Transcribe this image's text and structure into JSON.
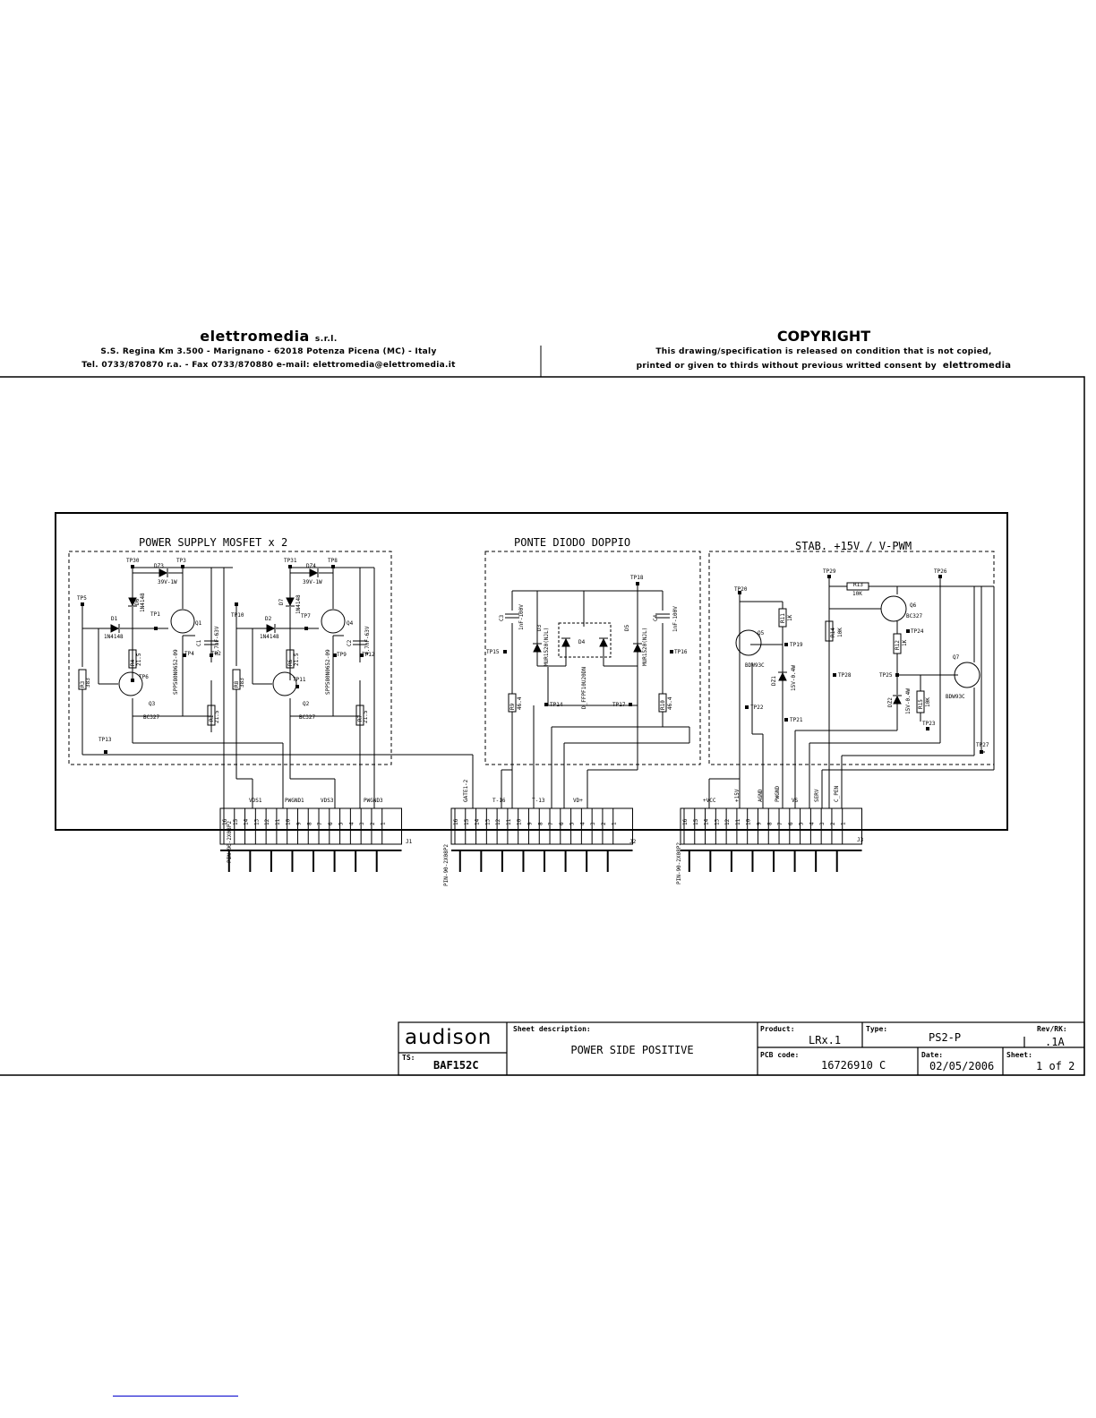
{
  "header": {
    "company": "elettromedia",
    "company_suffix": "s.r.l.",
    "address_line": "S.S. Regina Km 3.500 - Marignano - 62018 Potenza Picena (MC) - Italy",
    "contact_line": "Tel. 0733/870870 r.a. - Fax 0733/870880 e-mail: elettromedia@elettromedia.it",
    "copyright_title": "COPYRIGHT",
    "copyright_line1": "This drawing/specification is released on condition that is not copied,",
    "copyright_line2": "printed or given to thirds without previous writted consent by",
    "copyright_brand": "elettromedia"
  },
  "blocks": {
    "left_title": "POWER SUPPLY MOSFET x 2",
    "mid_title": "PONTE DIODO DOPPIO",
    "right_title": "STAB. +15V / V-PWM"
  },
  "connectors": {
    "j1": {
      "ref": "J1",
      "part": "PIN-90-2X08P2",
      "labels": [
        "VDS1",
        "PWGND1",
        "VDS3",
        "PWGND3"
      ]
    },
    "j2": {
      "ref": "J2",
      "part": "PIN-90-2X08P2",
      "labels": [
        "GATE1-2",
        "T-16",
        "T-13",
        "VD+"
      ]
    },
    "j3": {
      "ref": "J3",
      "part": "PIN-90-2X08P2",
      "labels": [
        "+VCC",
        "+15V",
        "AGND",
        "PWGND",
        "VS",
        "SERV",
        "C_PEN"
      ]
    },
    "pins": [
      "16",
      "15",
      "14",
      "13",
      "12",
      "11",
      "10",
      "9",
      "8",
      "7",
      "6",
      "5",
      "4",
      "3",
      "2",
      "1"
    ]
  },
  "components": {
    "tp": [
      "TP30",
      "TP3",
      "TP5",
      "TP1",
      "TP6",
      "TP4",
      "TP2",
      "TP13",
      "TP31",
      "TP8",
      "TP10",
      "TP7",
      "TP11",
      "TP9",
      "TP12",
      "TP18",
      "TP15",
      "TP14",
      "TP17",
      "TP16",
      "TP20",
      "TP19",
      "TP22",
      "TP21",
      "TP29",
      "TP26",
      "TP24",
      "TP25",
      "TP28",
      "TP23",
      "TP27"
    ],
    "d1": "D1",
    "d1_val": "1N4148",
    "d6": "D6",
    "d6_val": "1N4148",
    "dz3": "DZ3",
    "dz3_val": "39V-1W",
    "q1": "Q1",
    "q1_val": "SPP580N0652-09",
    "r4": "R4",
    "r4_val": "21.5",
    "r3": "R3",
    "r3_val": "383",
    "q3": "Q3",
    "q3_val": "BC327",
    "r1": "R1",
    "r1_val": "21.5",
    "c1": "C1",
    "c1_val": "4.7nF-63V",
    "d2": "D2",
    "d2_val": "1N4148",
    "d7": "D7",
    "d7_val": "1N4148",
    "dz4": "DZ4",
    "dz4_val": "39V-1W",
    "q4": "Q4",
    "q4_val": "SPP580N0652-09",
    "r6": "R6",
    "r6_val": "21.5",
    "r8": "R8",
    "r8_val": "383",
    "q2": "Q2",
    "q2_val": "BC327",
    "r7": "R7",
    "r7_val": "21.5",
    "c2": "C2",
    "c2_val": "4.7nF-63V",
    "c3": "C3",
    "c3_val": "1nF-100V",
    "d3": "D3",
    "d3_val": "MUR1520(NJL)",
    "d4": "D4",
    "d4_val": "D_FFPF10U20DN",
    "d5": "D5",
    "d5_val": "MUR1520(NJL)",
    "c4": "C4",
    "c4_val": "1nF-100V",
    "r9": "R9",
    "r9_val": "46.4",
    "r10": "R10",
    "r10_val": "46.4",
    "q5": "Q5",
    "q5_val": "BDW93C",
    "r11": "R11",
    "r11_val": "1K",
    "dz1": "DZ1",
    "dz1_val": "15V-0.4W",
    "r13": "R13",
    "r13_val": "10K",
    "r14": "R14",
    "r14_val": "10K",
    "q6": "Q6",
    "q6_val": "BC327",
    "r12": "R12",
    "r12_val": "1K",
    "dz2": "DZ2",
    "dz2_val": "15V-0.4W",
    "r15": "R15",
    "r15_val": "10K",
    "q7": "Q7",
    "q7_val": "BDW93C"
  },
  "title_block": {
    "brand": "audison",
    "ts_label": "TS:",
    "ts_value": "BAF152C",
    "sheet_desc_label": "Sheet description:",
    "sheet_desc": "POWER SIDE POSITIVE",
    "product_label": "Product:",
    "product": "LRx.1",
    "type_label": "Type:",
    "type": "PS2-P",
    "rev_label": "Rev/RK:",
    "rev": ".1A",
    "pcb_label": "PCB code:",
    "pcb": "16726910 C",
    "date_label": "Date:",
    "date": "02/05/2006",
    "sheet_label": "Sheet:",
    "sheet": "1 of 2"
  }
}
